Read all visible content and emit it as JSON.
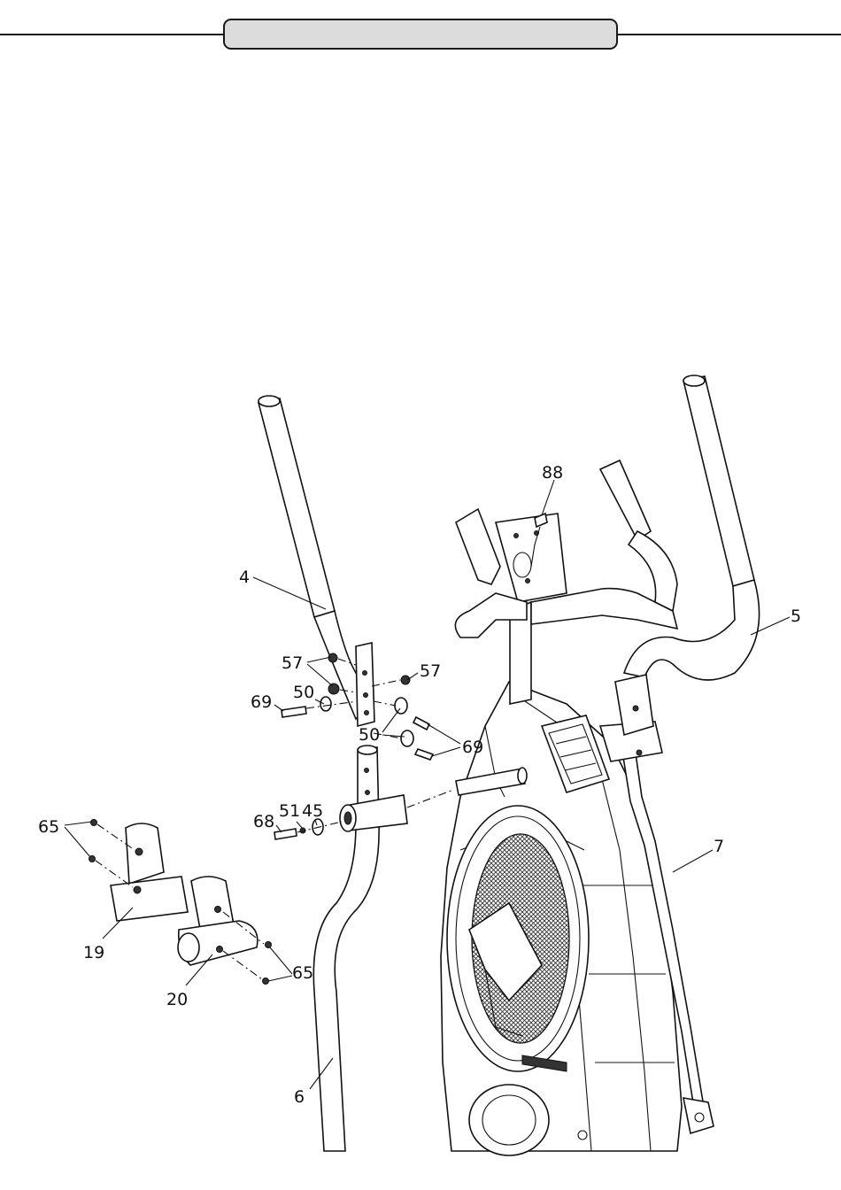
{
  "header": {
    "title": ""
  },
  "labels": {
    "p4": "4",
    "p5": "5",
    "p6": "6",
    "p7": "7",
    "p19": "19",
    "p20": "20",
    "p45": "45",
    "p50a": "50",
    "p50b": "50",
    "p51": "51",
    "p57a": "57",
    "p57b": "57",
    "p65a": "65",
    "p65b": "65",
    "p68": "68",
    "p69a": "69",
    "p69b": "69",
    "p88": "88"
  }
}
